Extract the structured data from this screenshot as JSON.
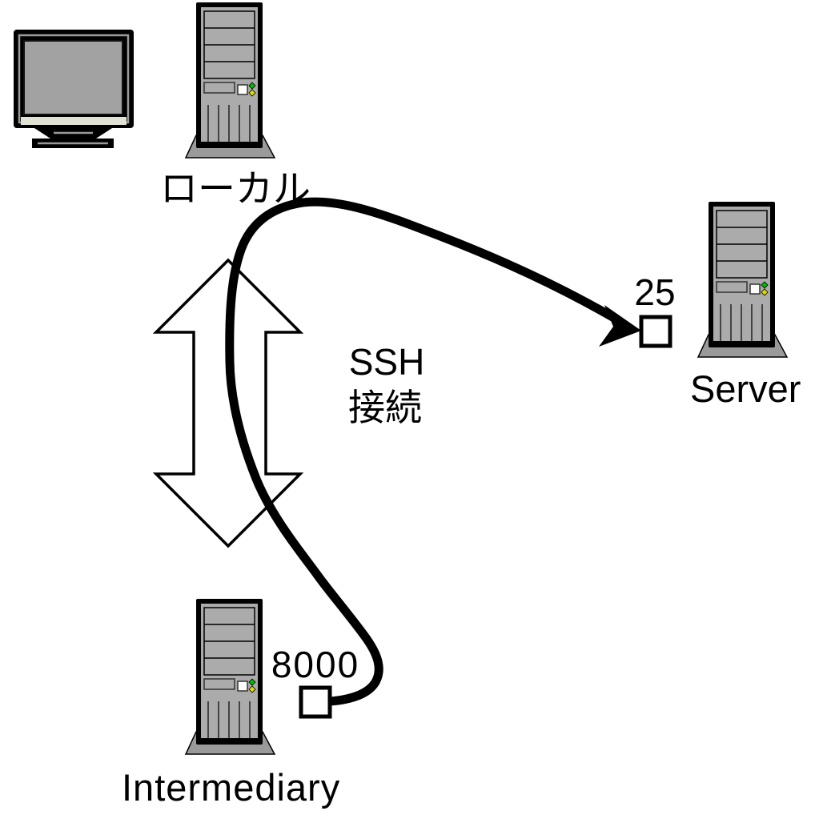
{
  "nodes": {
    "local": {
      "label": "ローカル"
    },
    "server": {
      "label": "Server",
      "port": "25"
    },
    "intermediary": {
      "label": "Intermediary",
      "port": "8000"
    }
  },
  "connection": {
    "label_line1": "SSH",
    "label_line2": "接続"
  },
  "colors": {
    "tower_body": "#ababab",
    "tower_base": "#9a9a9a",
    "monitor_screen": "#a2a2a2",
    "monitor_strip": "#e2e2d4",
    "led_green": "#00bb00",
    "led_yellow": "#dddd00",
    "line": "#000000"
  }
}
